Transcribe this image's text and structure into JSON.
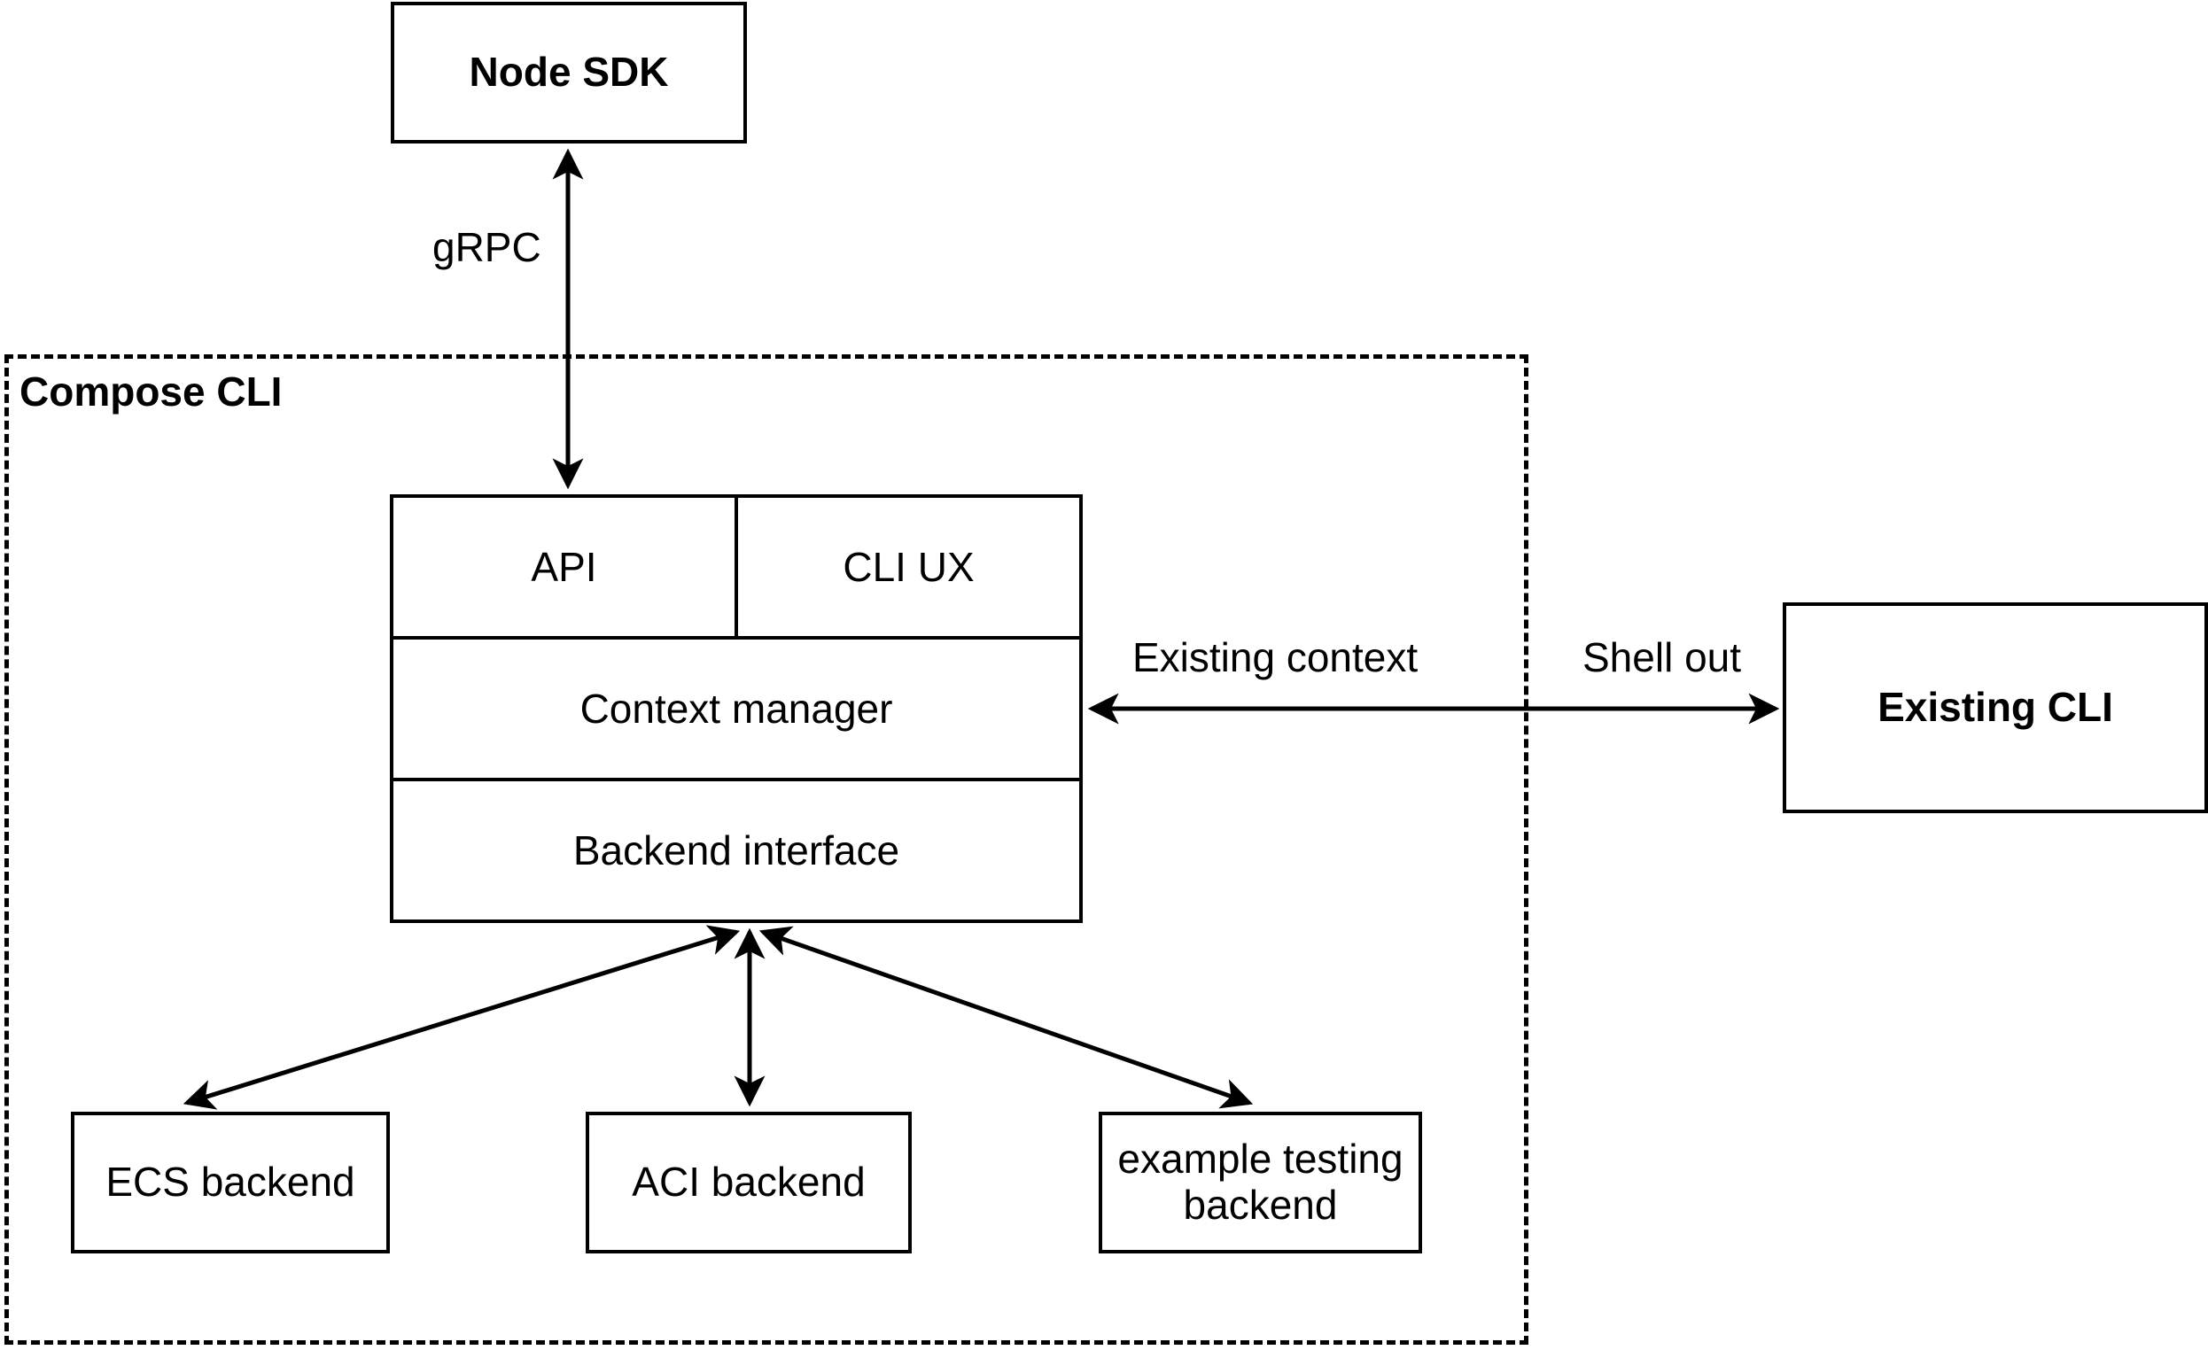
{
  "diagram": {
    "title_group": "Compose CLI",
    "nodes": {
      "node_sdk": "Node SDK",
      "existing_cli": "Existing CLI",
      "api": "API",
      "cli_ux": "CLI UX",
      "context_manager": "Context manager",
      "backend_interface": "Backend interface",
      "ecs_backend": "ECS backend",
      "aci_backend": "ACI backend",
      "example_backend": "example testing backend"
    },
    "edges": {
      "grpc": "gRPC",
      "existing_context": "Existing context",
      "shell_out": "Shell out"
    },
    "colors": {
      "stroke": "#000000",
      "fill": "#ffffff",
      "text": "#000000"
    }
  }
}
